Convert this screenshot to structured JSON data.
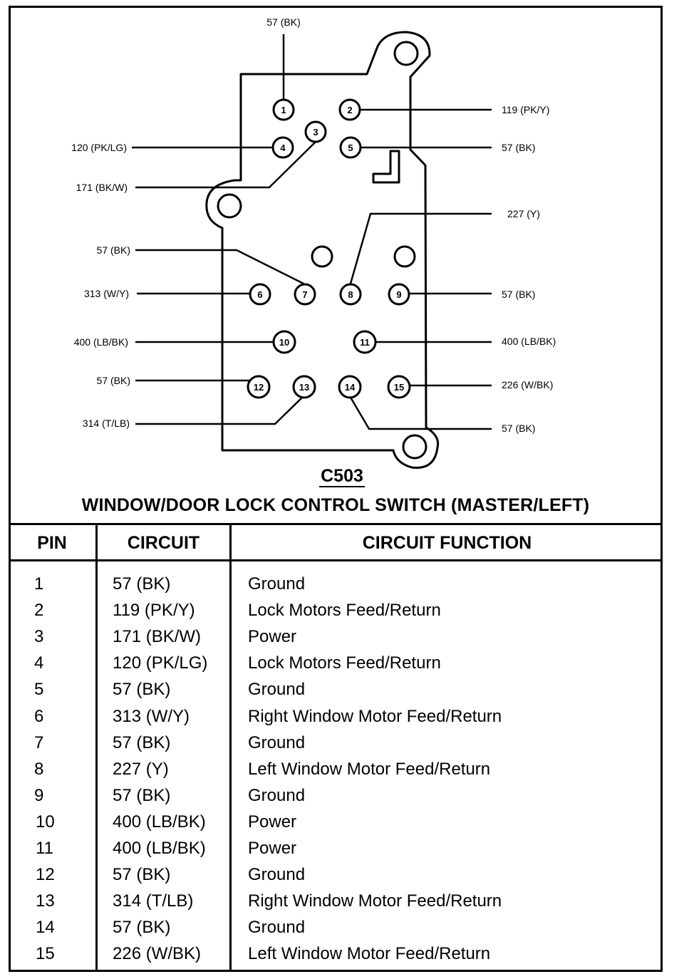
{
  "diagram": {
    "pin_labels": [
      "1",
      "2",
      "3",
      "4",
      "5",
      "6",
      "7",
      "8",
      "9",
      "10",
      "11",
      "12",
      "13",
      "14",
      "15"
    ],
    "wire_labels": {
      "top": "57 (BK)",
      "p2": "119 (PK/Y)",
      "p4": "120 (PK/LG)",
      "p5": "57 (BK)",
      "p3": "171 (BK/W)",
      "p8": "227 (Y)",
      "p7": "57 (BK)",
      "p6": "313 (W/Y)",
      "p9": "57 (BK)",
      "p10": "400  (LB/BK)",
      "p11": "400 (LB/BK)",
      "p12": "57 (BK)",
      "p15": "226 (W/BK)",
      "p13": "314 (T/LB)",
      "p14": "57 (BK)"
    },
    "connector_name": "C503",
    "title": "WINDOW/DOOR LOCK CONTROL SWITCH (MASTER/LEFT)"
  },
  "table": {
    "headers": [
      "PIN",
      "CIRCUIT",
      "CIRCUIT FUNCTION"
    ],
    "rows": [
      [
        "1",
        "57 (BK)",
        "Ground"
      ],
      [
        "2",
        "119 (PK/Y)",
        "Lock Motors Feed/Return"
      ],
      [
        "3",
        "171 (BK/W)",
        "Power"
      ],
      [
        "4",
        "120 (PK/LG)",
        "Lock Motors Feed/Return"
      ],
      [
        "5",
        "57 (BK)",
        "Ground"
      ],
      [
        "6",
        "313 (W/Y)",
        "Right Window Motor Feed/Return"
      ],
      [
        "7",
        "57 (BK)",
        "Ground"
      ],
      [
        "8",
        "227 (Y)",
        "Left Window Motor Feed/Return"
      ],
      [
        "9",
        "57 (BK)",
        "Ground"
      ],
      [
        "10",
        "400 (LB/BK)",
        "Power"
      ],
      [
        "11",
        "400 (LB/BK)",
        "Power"
      ],
      [
        "12",
        "57 (BK)",
        "Ground"
      ],
      [
        "13",
        "314 (T/LB)",
        "Right Window Motor Feed/Return"
      ],
      [
        "14",
        "57 (BK)",
        "Ground"
      ],
      [
        "15",
        "226 (W/BK)",
        "Left Window Motor Feed/Return"
      ]
    ]
  }
}
